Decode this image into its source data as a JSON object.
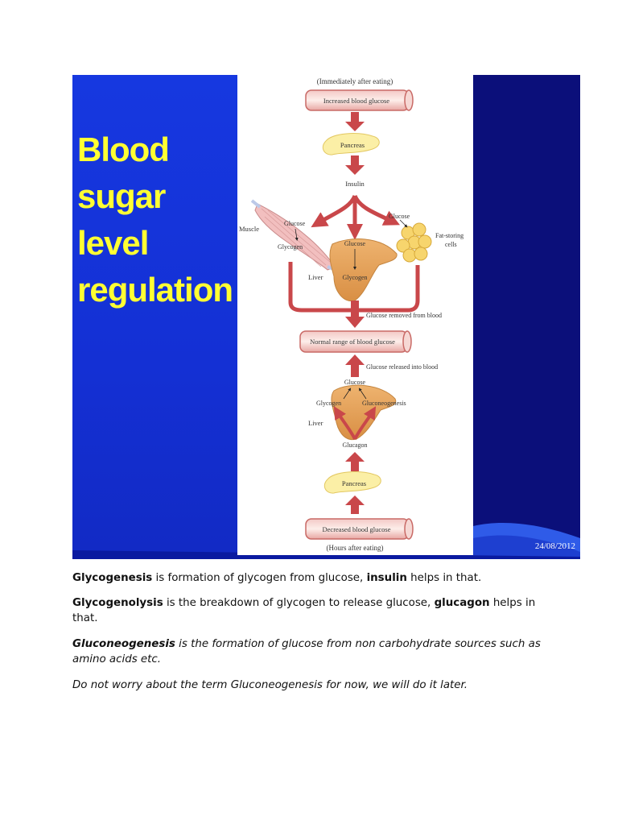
{
  "slide": {
    "title_lines": [
      "Blood",
      "sugar",
      "level",
      "regulation"
    ],
    "date": "24/08/2012",
    "colors": {
      "title": "#ffff33",
      "left_panel": "#1638e0",
      "right_panel": "#0b0f7a"
    }
  },
  "diagram": {
    "top_caption": "(Immediately after eating)",
    "increased_box": "Increased blood glucose",
    "pancreas_top": "Pancreas",
    "insulin": "Insulin",
    "muscle": "Muscle",
    "muscle_glucose": "Glucose",
    "muscle_glycogen": "Glycogen",
    "liver_glucose": "Glucose",
    "liver_label": "Liver",
    "liver_glycogen": "Glycogen",
    "fat_glucose": "Glucose",
    "fat_label_1": "Fat-storing",
    "fat_label_2": "cells",
    "removed": "Glucose removed from blood",
    "normal_box": "Normal range of blood glucose",
    "released": "Glucose released into blood",
    "lower_glucose": "Glucose",
    "lower_glycogen": "Glycogen",
    "gluconeogenesis": "Gluconeogenesis",
    "lower_liver": "Liver",
    "glucagon": "Glucagon",
    "pancreas_bottom": "Pancreas",
    "decreased_box": "Decreased blood glucose",
    "bottom_caption": "(Hours after eating)"
  },
  "text": {
    "p1": {
      "term": "Glycogenesis",
      "mid": " is formation of glycogen from glucose, ",
      "term2": "insulin",
      "end": " helps in that."
    },
    "p2": {
      "term": "Glycogenolysis",
      "mid": " is the breakdown of glycogen to release glucose, ",
      "term2": "glucagon",
      "end": " helps in that."
    },
    "p3": {
      "term": "Gluconeogenesis",
      "rest": " is the formation of glucose from non carbohydrate sources such as amino acids etc."
    },
    "p4": "Do not worry about the term Gluconeogenesis for now, we will do it later."
  }
}
